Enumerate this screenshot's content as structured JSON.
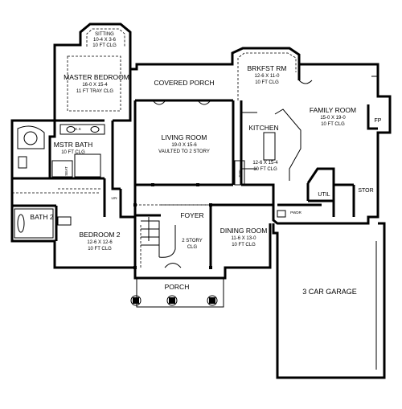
{
  "rooms": {
    "sitting": {
      "name": "SITTING",
      "dim": "10-4 X 3-6",
      "clg": "10 FT CLG"
    },
    "master_bedroom": {
      "name": "MASTER BEDROOM",
      "dim": "16-0 X 15-4",
      "clg": "11 FT TRAY CLG"
    },
    "covered_porch": {
      "name": "COVERED PORCH"
    },
    "brkfst_rm": {
      "name": "BRKFST RM",
      "dim": "12-6 X 11-0",
      "clg": "10 FT CLG"
    },
    "family_room": {
      "name": "FAMILY ROOM",
      "dim": "15-0 X 19-0",
      "clg": "10 FT CLG"
    },
    "fp": {
      "name": "FP"
    },
    "mstr_bath": {
      "name": "MSTR BATH",
      "clg": "10 FT CLG"
    },
    "living_room": {
      "name": "LIVING ROOM",
      "dim": "19-0 X 15-6",
      "clg": "VAULTED TO 2 STORY"
    },
    "kitchen": {
      "name": "KITCHEN",
      "dim": "12-6 X 15-4",
      "clg": "10 FT CLG"
    },
    "pan": {
      "name": "PAN"
    },
    "util": {
      "name": "UTIL"
    },
    "stor": {
      "name": "STOR"
    },
    "pwdr": {
      "name": "PWDR"
    },
    "bath2": {
      "name": "BATH 2"
    },
    "lin": {
      "name": "LIN"
    },
    "bedroom2": {
      "name": "BEDROOM 2",
      "dim": "12-6 X 12-6",
      "clg": "10 FT CLG"
    },
    "foyer": {
      "name": "FOYER",
      "clg1": "2 STORY",
      "clg2": "CLG"
    },
    "dining_room": {
      "name": "DINING ROOM",
      "dim": "11-6 X 13-0",
      "clg": "10 FT CLG"
    },
    "porch": {
      "name": "PORCH"
    },
    "garage": {
      "name": "3 CAR GARAGE"
    }
  },
  "fixtures": {
    "ks": "K.S",
    "seat": "SEAT"
  }
}
